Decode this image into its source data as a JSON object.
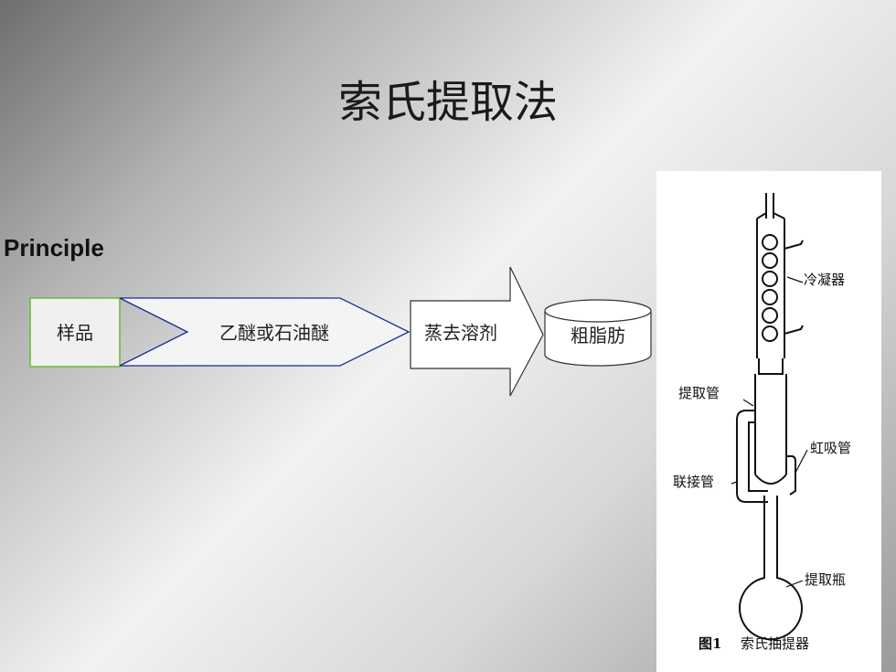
{
  "slide": {
    "title": "索氏提取法",
    "principle_label": "Principle"
  },
  "flow": {
    "sample": "样品",
    "solvent": "乙醚或石油醚",
    "evaporate": "蒸去溶剂",
    "product": "粗脂肪"
  },
  "apparatus": {
    "condenser": "冷凝器",
    "extraction_tube": "提取管",
    "siphon": "虹吸管",
    "connecting_tube": "联接管",
    "flask": "提取瓶",
    "caption_fig": "图1",
    "caption_text": "索氏抽提器"
  },
  "colors": {
    "sample_border": "#66bb33",
    "arrow_border": "#1a2a8c"
  }
}
